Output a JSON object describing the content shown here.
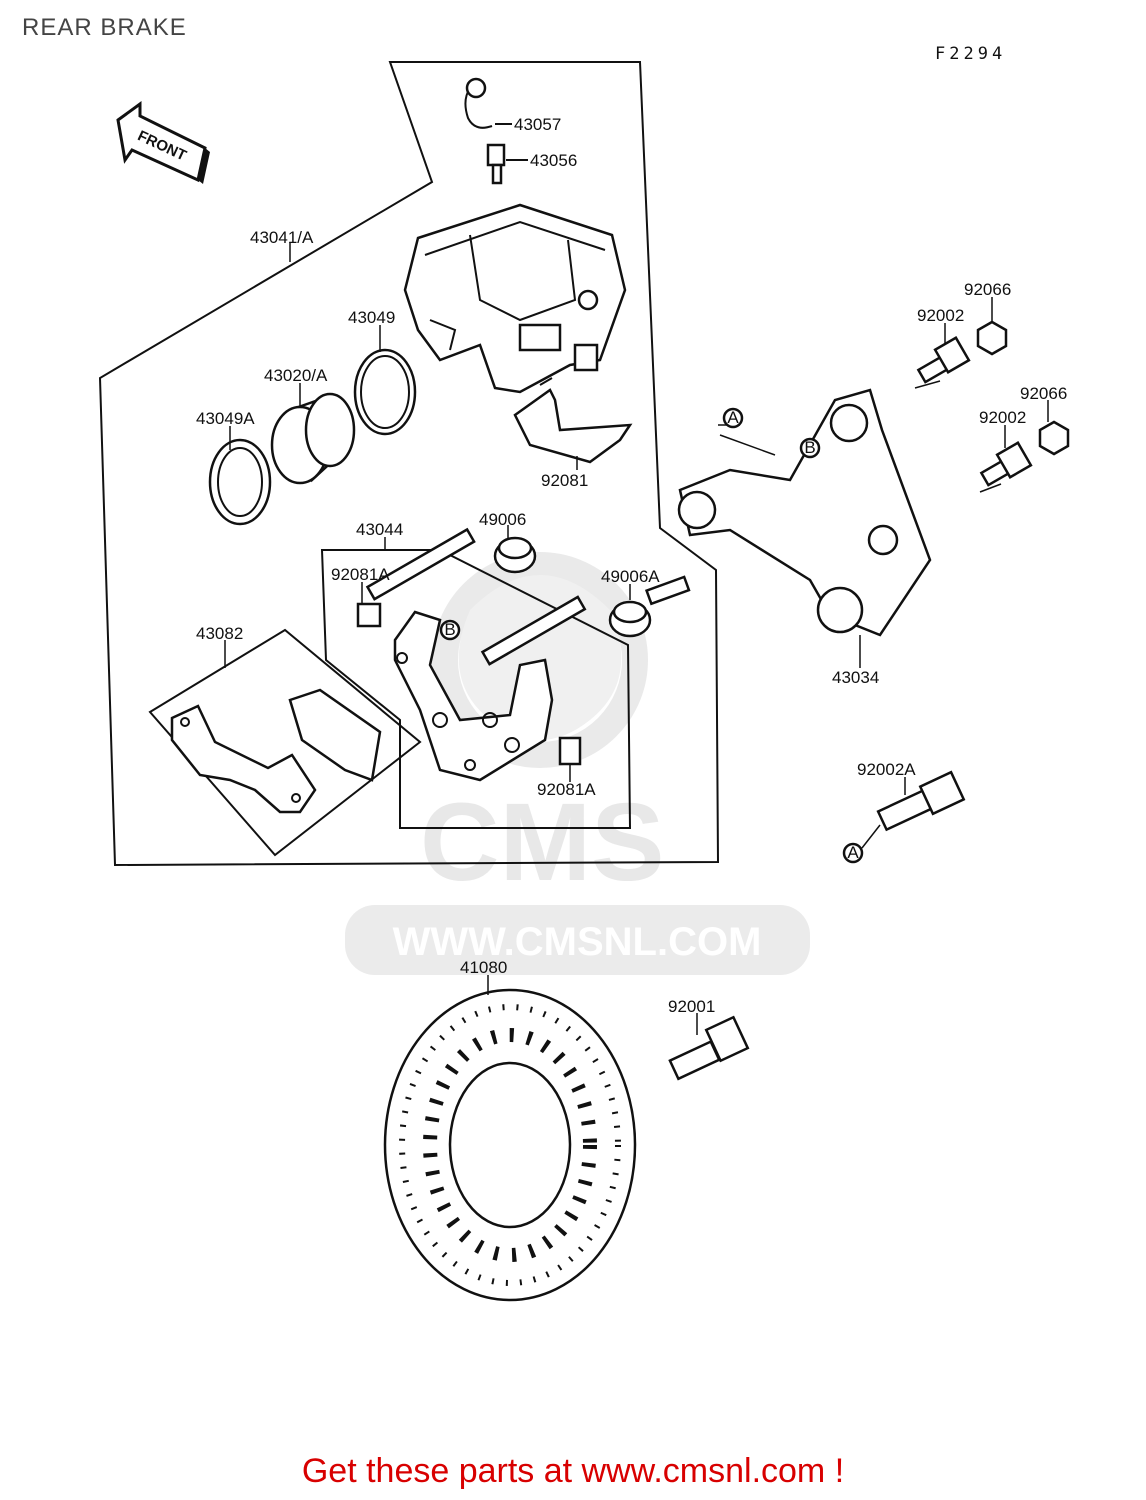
{
  "header": {
    "title": "REAR BRAKE",
    "figure_code": "F2294"
  },
  "front_marker": "FRONT",
  "watermark": {
    "brand": "CMS",
    "url": "WWW.CMSNL.COM"
  },
  "footer": {
    "text": "Get these parts at www.cmsnl.com !"
  },
  "parts": {
    "p43057": "43057",
    "p43056": "43056",
    "p43041A": "43041/A",
    "p43049": "43049",
    "p43020A": "43020/A",
    "p43049A": "43049A",
    "p92081": "92081",
    "p43044": "43044",
    "p49006": "49006",
    "p92081A_top": "92081A",
    "p49006A": "49006A",
    "p43082": "43082",
    "p92081A_bottom": "92081A",
    "p92066_top": "92066",
    "p92002_top": "92002",
    "p92066_bottom": "92066",
    "p92002_bottom": "92002",
    "p43034": "43034",
    "p92002A": "92002A",
    "p41080": "41080",
    "p92001": "92001"
  },
  "reference_marks": {
    "a": "A",
    "b": "B"
  }
}
